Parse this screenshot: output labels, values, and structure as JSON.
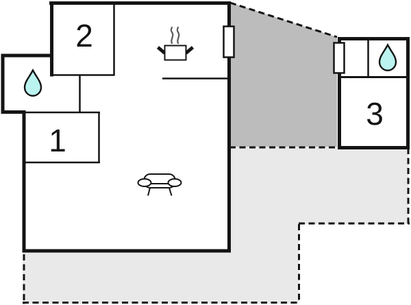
{
  "page": {
    "title": "Floor plan"
  },
  "colors": {
    "background": "#ffffff",
    "wall": "#141414",
    "terrace_dark": "#bcbcbc",
    "terrace_light": "#e9e9e9",
    "water": "#baf3ef",
    "steam": "#5a5a5a"
  },
  "rooms": [
    {
      "label": "1"
    },
    {
      "label": "2"
    },
    {
      "label": "3"
    }
  ],
  "icons": [
    {
      "name": "water-drop-icon",
      "count": 2
    },
    {
      "name": "stove-icon",
      "count": 1
    },
    {
      "name": "sofa-icon",
      "count": 1
    },
    {
      "name": "window-icon",
      "count": 2
    }
  ]
}
